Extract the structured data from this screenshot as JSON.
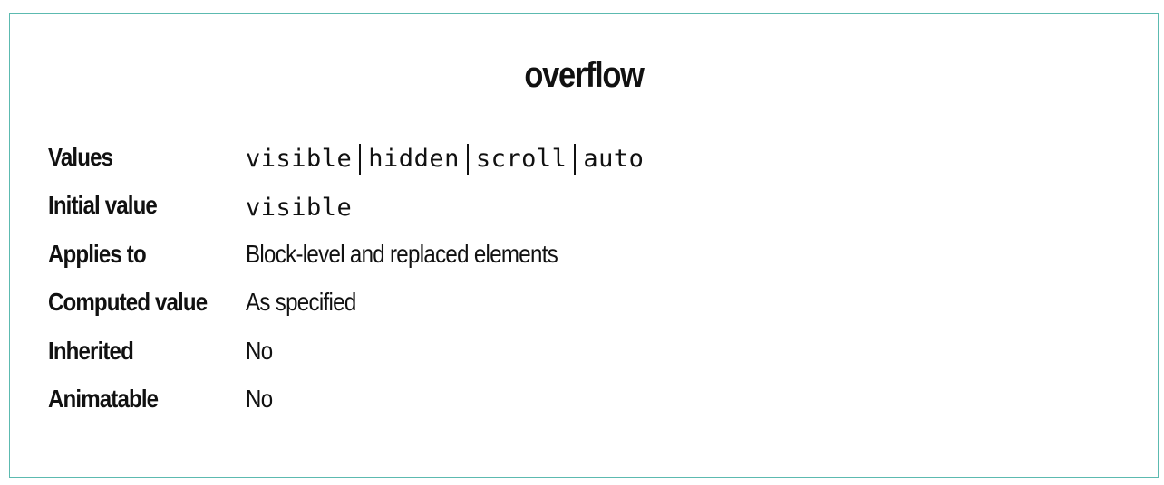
{
  "title": "overflow",
  "rows": [
    {
      "label": "Values",
      "values": [
        "visible",
        "hidden",
        "scroll",
        "auto"
      ]
    },
    {
      "label": "Initial value",
      "values": [
        "visible"
      ]
    },
    {
      "label": "Applies to",
      "text": "Block-level and replaced elements"
    },
    {
      "label": "Computed value",
      "text": "As specified"
    },
    {
      "label": "Inherited",
      "text": "No"
    },
    {
      "label": "Animatable",
      "text": "No"
    }
  ]
}
